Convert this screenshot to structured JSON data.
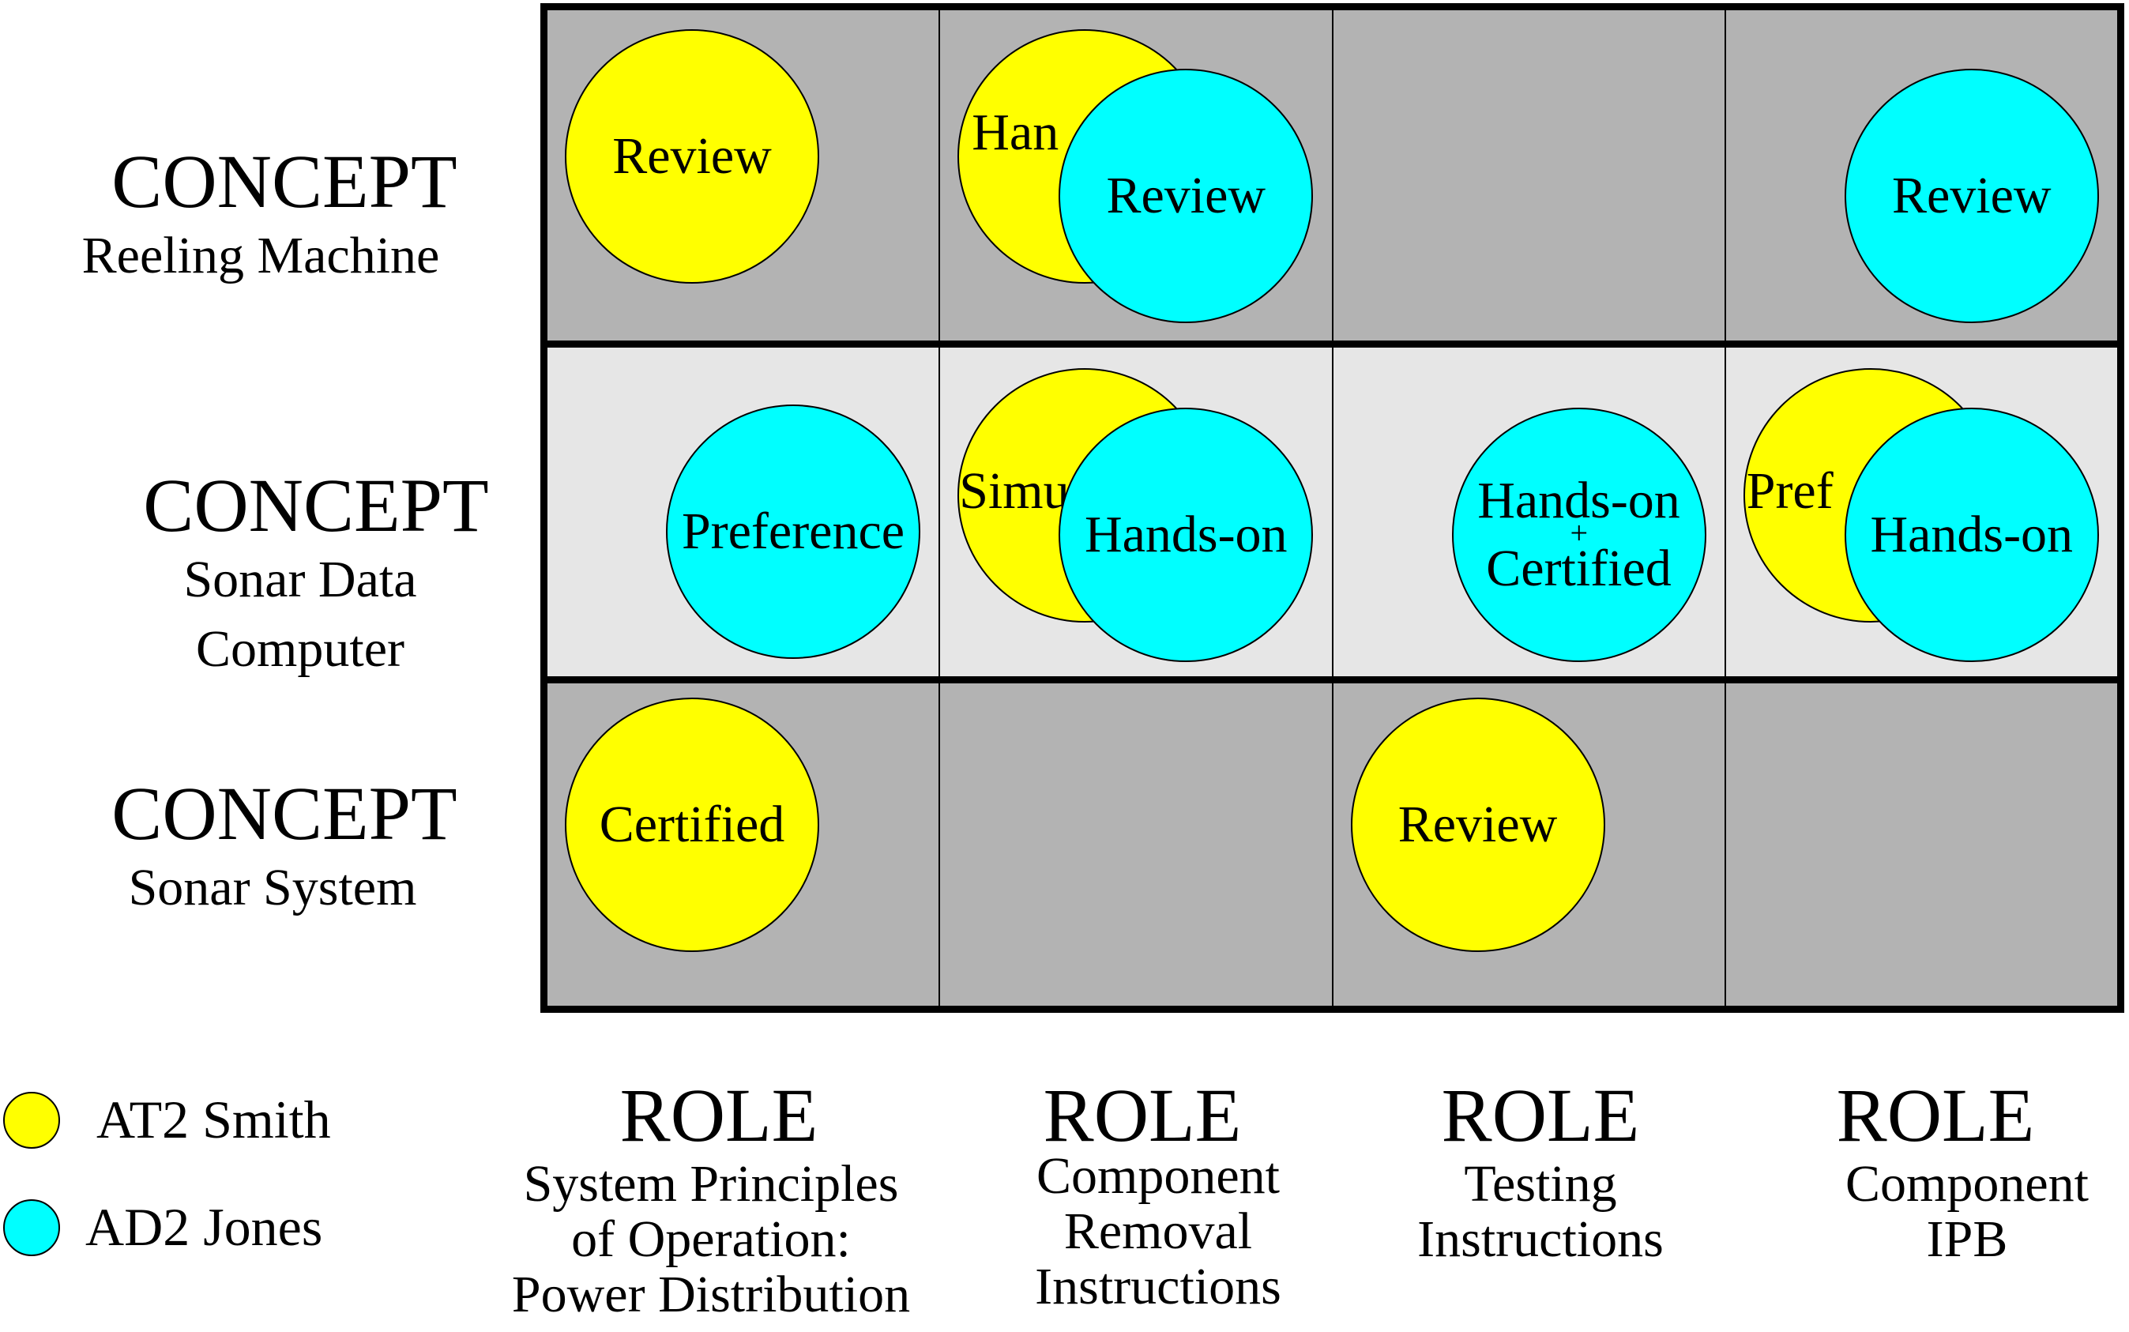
{
  "colors": {
    "smith": "#ffff00",
    "jones": "#00ffff",
    "dark_band": "#b3b3b3",
    "light_band": "#e6e6e6"
  },
  "rows": [
    {
      "heading": "CONCEPT",
      "name_lines": [
        "Reeling Machine"
      ]
    },
    {
      "heading": "CONCEPT",
      "name_lines": [
        "Sonar Data",
        "Computer"
      ]
    },
    {
      "heading": "CONCEPT",
      "name_lines": [
        "Sonar System"
      ]
    }
  ],
  "columns": [
    {
      "heading": "ROLE",
      "name_lines": [
        "System Principles",
        "of Operation:",
        "Power Distribution"
      ]
    },
    {
      "heading": "ROLE",
      "name_lines": [
        "Component",
        "Removal",
        "Instructions"
      ]
    },
    {
      "heading": "ROLE",
      "name_lines": [
        "Testing",
        "Instructions"
      ]
    },
    {
      "heading": "ROLE",
      "name_lines": [
        "Component",
        "IPB"
      ]
    }
  ],
  "cells": {
    "r0c0": {
      "smith": "Review"
    },
    "r0c1": {
      "smith": "Han",
      "jones": "Review"
    },
    "r0c3": {
      "jones": "Review"
    },
    "r1c0": {
      "jones": "Preference"
    },
    "r1c1": {
      "smith": "Simu",
      "jones": "Hands-on"
    },
    "r1c2": {
      "jones_line1": "Hands-on",
      "jones_plus": "+",
      "jones_line2": "Certified"
    },
    "r1c3": {
      "smith": "Pref",
      "jones": "Hands-on"
    },
    "r2c0": {
      "smith": "Certified"
    },
    "r2c2": {
      "smith": "Review"
    }
  },
  "legend": [
    {
      "name": "AT2 Smith",
      "icon": "yellow-circle"
    },
    {
      "name": "AD2 Jones",
      "icon": "cyan-circle"
    }
  ]
}
